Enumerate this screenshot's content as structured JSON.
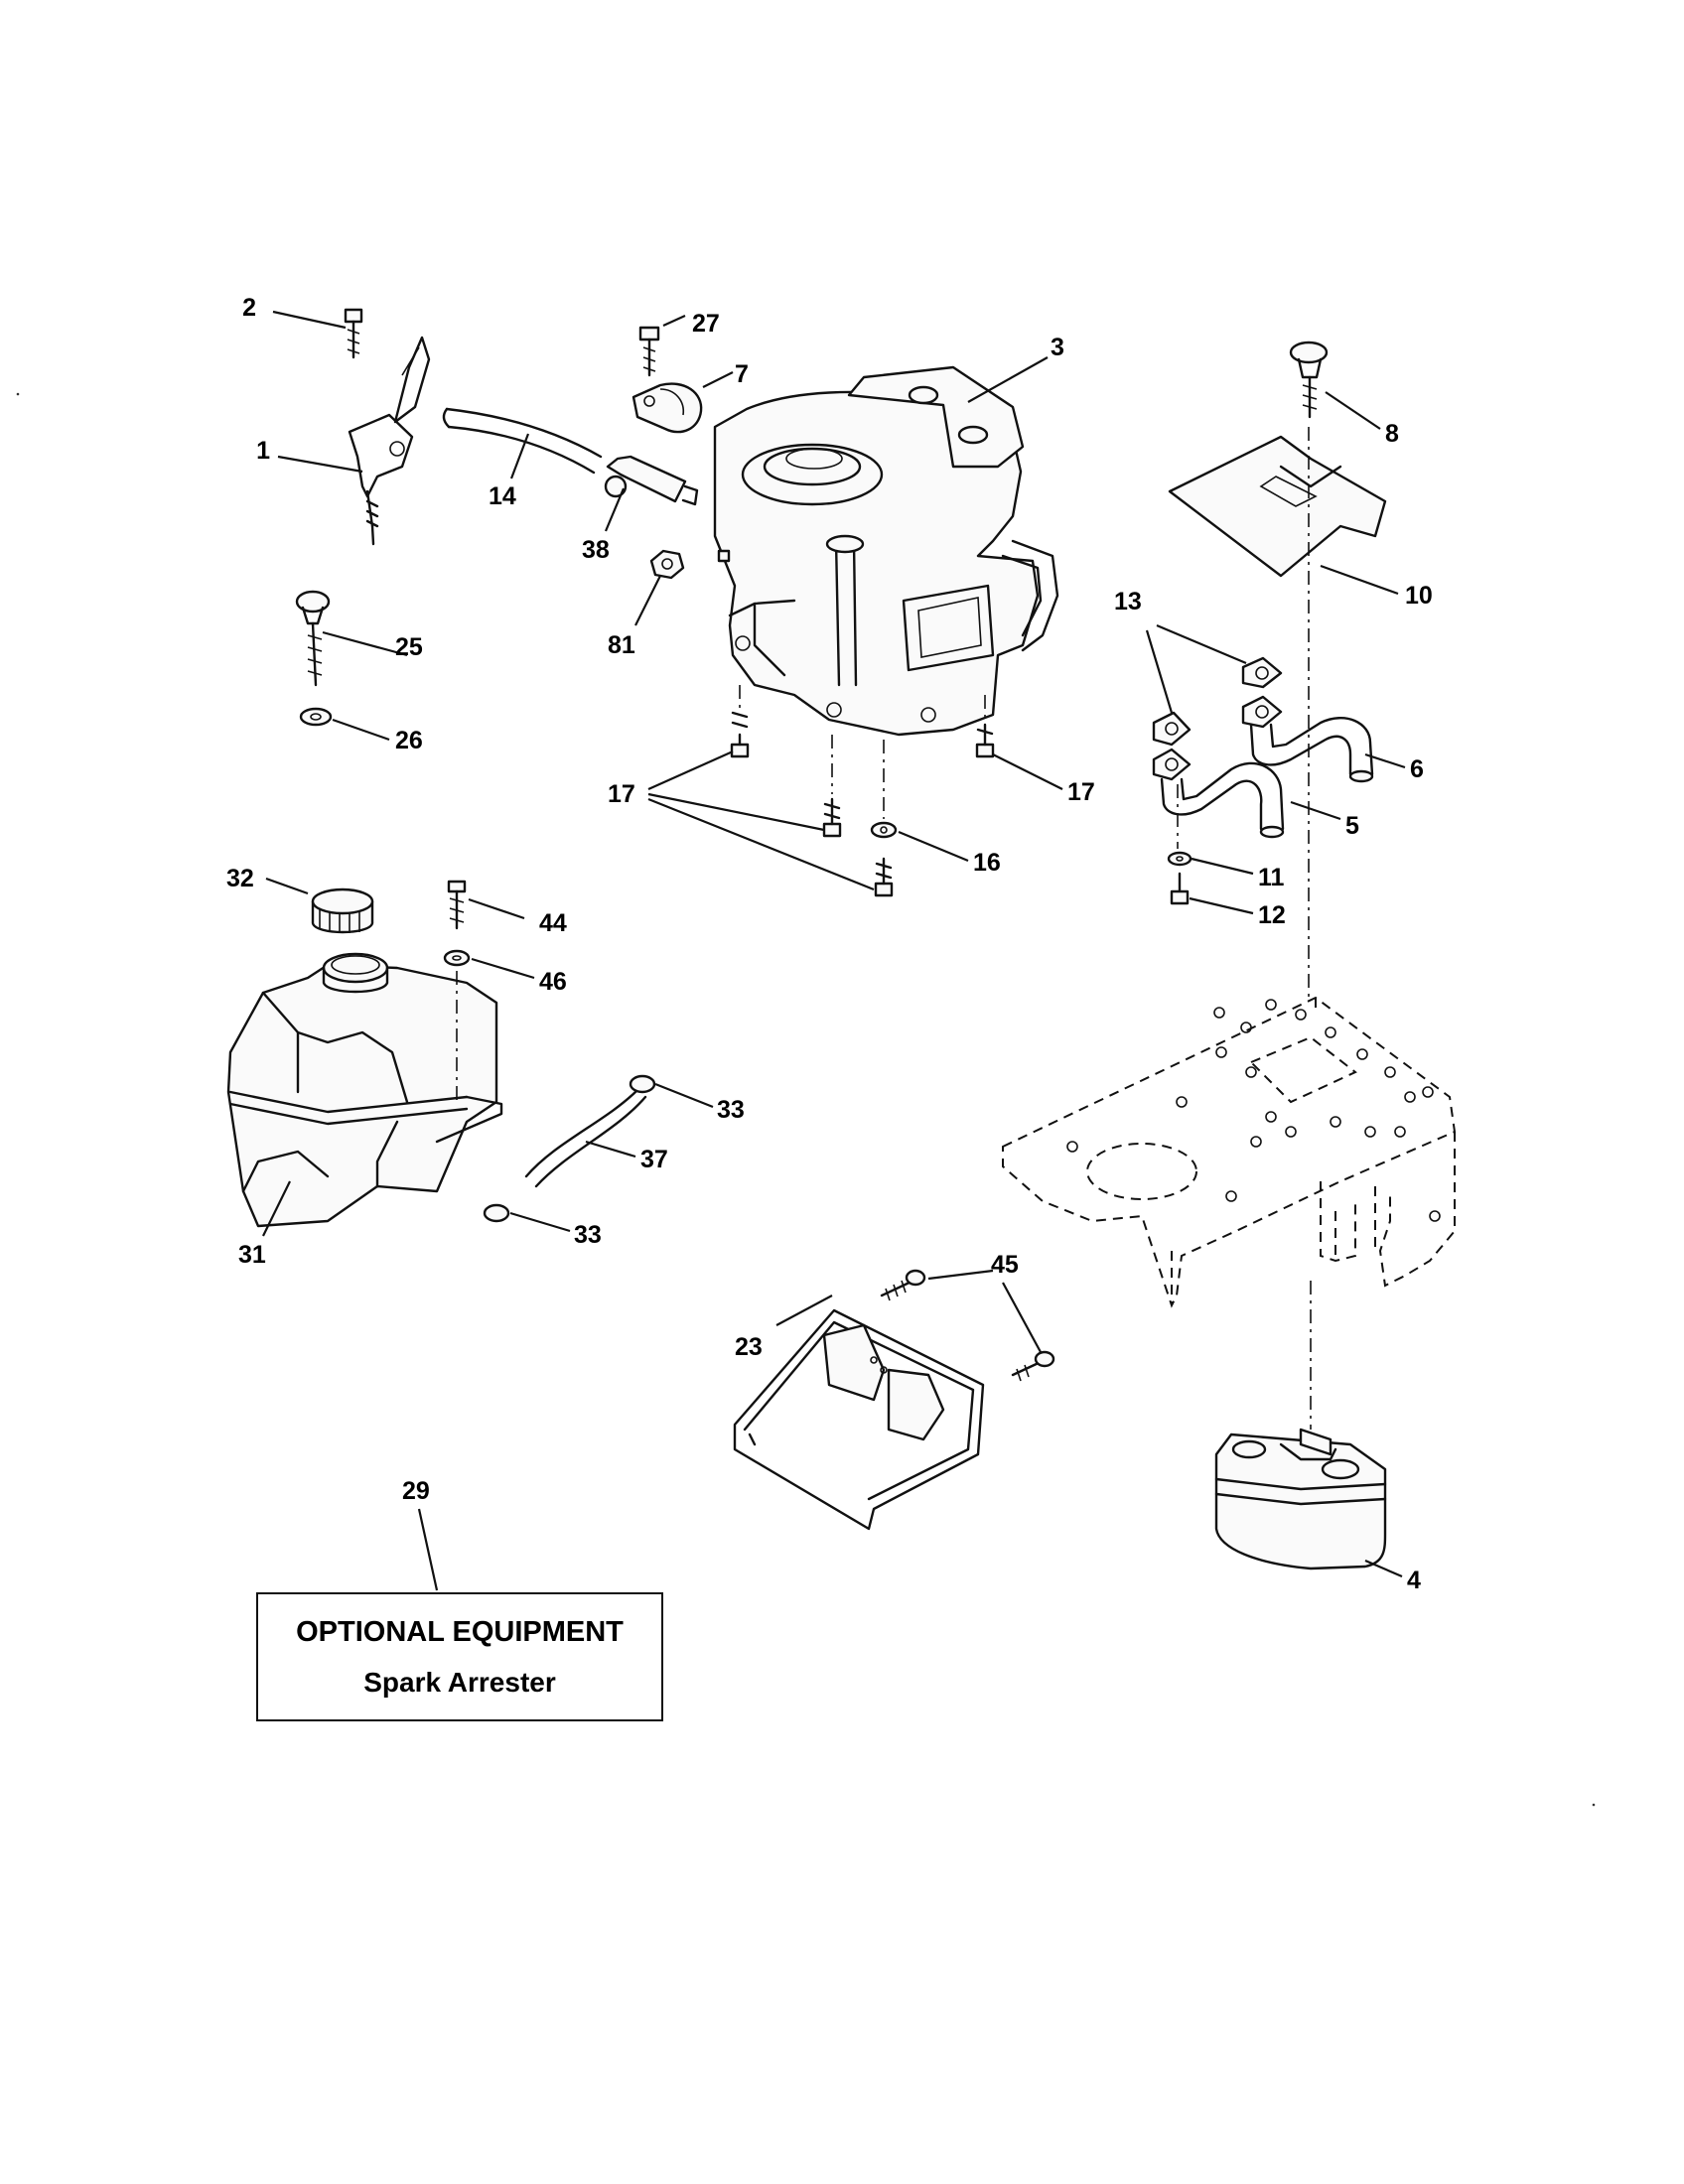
{
  "callouts": {
    "c1": "1",
    "c2": "2",
    "c3": "3",
    "c4": "4",
    "c5": "5",
    "c6": "6",
    "c7": "7",
    "c8": "8",
    "c10": "10",
    "c11": "11",
    "c12": "12",
    "c13": "13",
    "c14": "14",
    "c16": "16",
    "c17a": "17",
    "c17b": "17",
    "c23": "23",
    "c25": "25",
    "c26": "26",
    "c27": "27",
    "c29": "29",
    "c31": "31",
    "c32": "32",
    "c33a": "33",
    "c33b": "33",
    "c37": "37",
    "c38": "38",
    "c44": "44",
    "c45": "45",
    "c46": "46",
    "c81": "81"
  },
  "optional_box": {
    "title": "OPTIONAL EQUIPMENT",
    "subtitle": "Spark Arrester"
  }
}
